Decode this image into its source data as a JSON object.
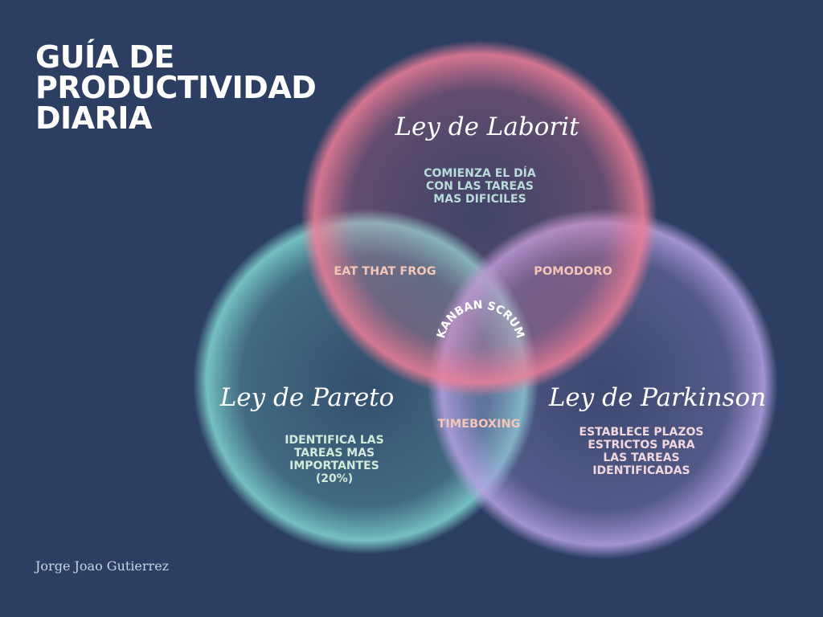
{
  "title": {
    "line1": "GUÍA DE",
    "line2": "PRODUCTIVIDAD",
    "line3": "DIARIA"
  },
  "circles": {
    "top": {
      "law": "Ley de Laborit",
      "desc": [
        "COMIENZA EL DÍA",
        "CON LAS TAREAS",
        "MAS DIFICILES"
      ],
      "color": "#e8738f"
    },
    "left": {
      "law": "Ley de Pareto",
      "desc": [
        "IDENTIFICA LAS",
        "TAREAS MAS",
        "IMPORTANTES",
        "(20%)"
      ],
      "color": "#6fc7c4"
    },
    "right": {
      "law": "Ley de Parkinson",
      "desc": [
        "ESTABLECE PLAZOS",
        "ESTRICTOS PARA",
        "LAS TAREAS",
        "IDENTIFICADAS"
      ],
      "color": "#a793d6"
    }
  },
  "overlaps": {
    "top_left": "EAT THAT FROG",
    "top_right": "POMODORO",
    "left_right": "TIMEBOXING",
    "center": "KANBAN SCRUM"
  },
  "author": "Jorge Joao Gutierrez"
}
